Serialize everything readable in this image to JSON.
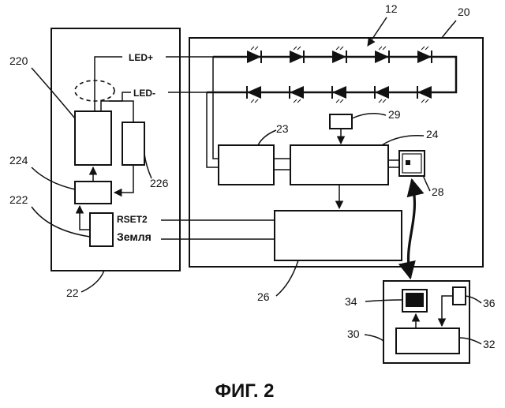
{
  "caption": "ФИГ. 2",
  "signals": {
    "led_plus": "LED+",
    "led_minus": "LED-",
    "rset2": "RSET2",
    "ground": "Земля"
  },
  "refs": {
    "r12": "12",
    "r20": "20",
    "r22": "22",
    "r23": "23",
    "r24": "24",
    "r26": "26",
    "r28": "28",
    "r29": "29",
    "r30": "30",
    "r32": "32",
    "r34": "34",
    "r36": "36",
    "r220": "220",
    "r222": "222",
    "r224": "224",
    "r226": "226"
  },
  "led_string": {
    "top_row_count": 5,
    "bottom_row_count": 5
  }
}
